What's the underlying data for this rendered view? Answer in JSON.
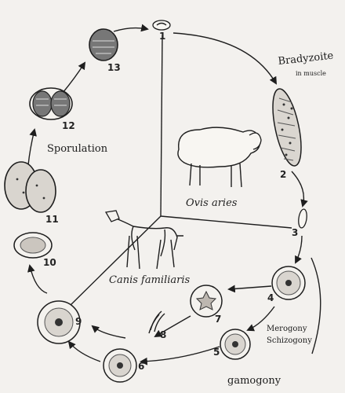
{
  "stages": [
    {
      "id": "1",
      "label": "1"
    },
    {
      "id": "2",
      "label": "2"
    },
    {
      "id": "3",
      "label": "3"
    },
    {
      "id": "4",
      "label": "4"
    },
    {
      "id": "5",
      "label": "5"
    },
    {
      "id": "6",
      "label": "6"
    },
    {
      "id": "7",
      "label": "7"
    },
    {
      "id": "8",
      "label": "8"
    },
    {
      "id": "9",
      "label": "9"
    },
    {
      "id": "10",
      "label": "10"
    },
    {
      "id": "11",
      "label": "11"
    },
    {
      "id": "12",
      "label": "12"
    },
    {
      "id": "13",
      "label": "13"
    }
  ],
  "annotations": {
    "bradyzoite": "Bradyzoite",
    "in_muscle": "in muscle",
    "sporulation": "Sporulation",
    "merogony": "Merogony",
    "schizogony": "Schizogony",
    "gamogony": "gamogony"
  },
  "hosts": {
    "intermediate": "Ovis aries",
    "definitive": "Canis familiaris"
  }
}
